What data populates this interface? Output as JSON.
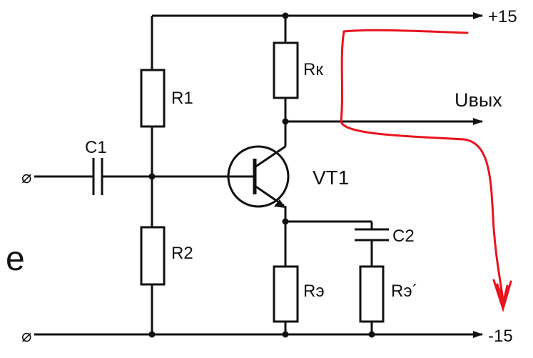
{
  "diagram": {
    "type": "circuit-schematic",
    "labels": {
      "supply_pos": "+15",
      "supply_neg": "-15",
      "output": "Uвых",
      "transistor": "VT1",
      "r1": "R1",
      "r2": "R2",
      "rk": "Rк",
      "re": "Rэ",
      "re_prime": "Rэ´",
      "c1": "C1",
      "c2": "C2",
      "source": "e",
      "input_terminal": "⌀",
      "ground_terminal": "⌀"
    },
    "colors": {
      "wire": "#111111",
      "annotation": "#e8141e"
    }
  }
}
